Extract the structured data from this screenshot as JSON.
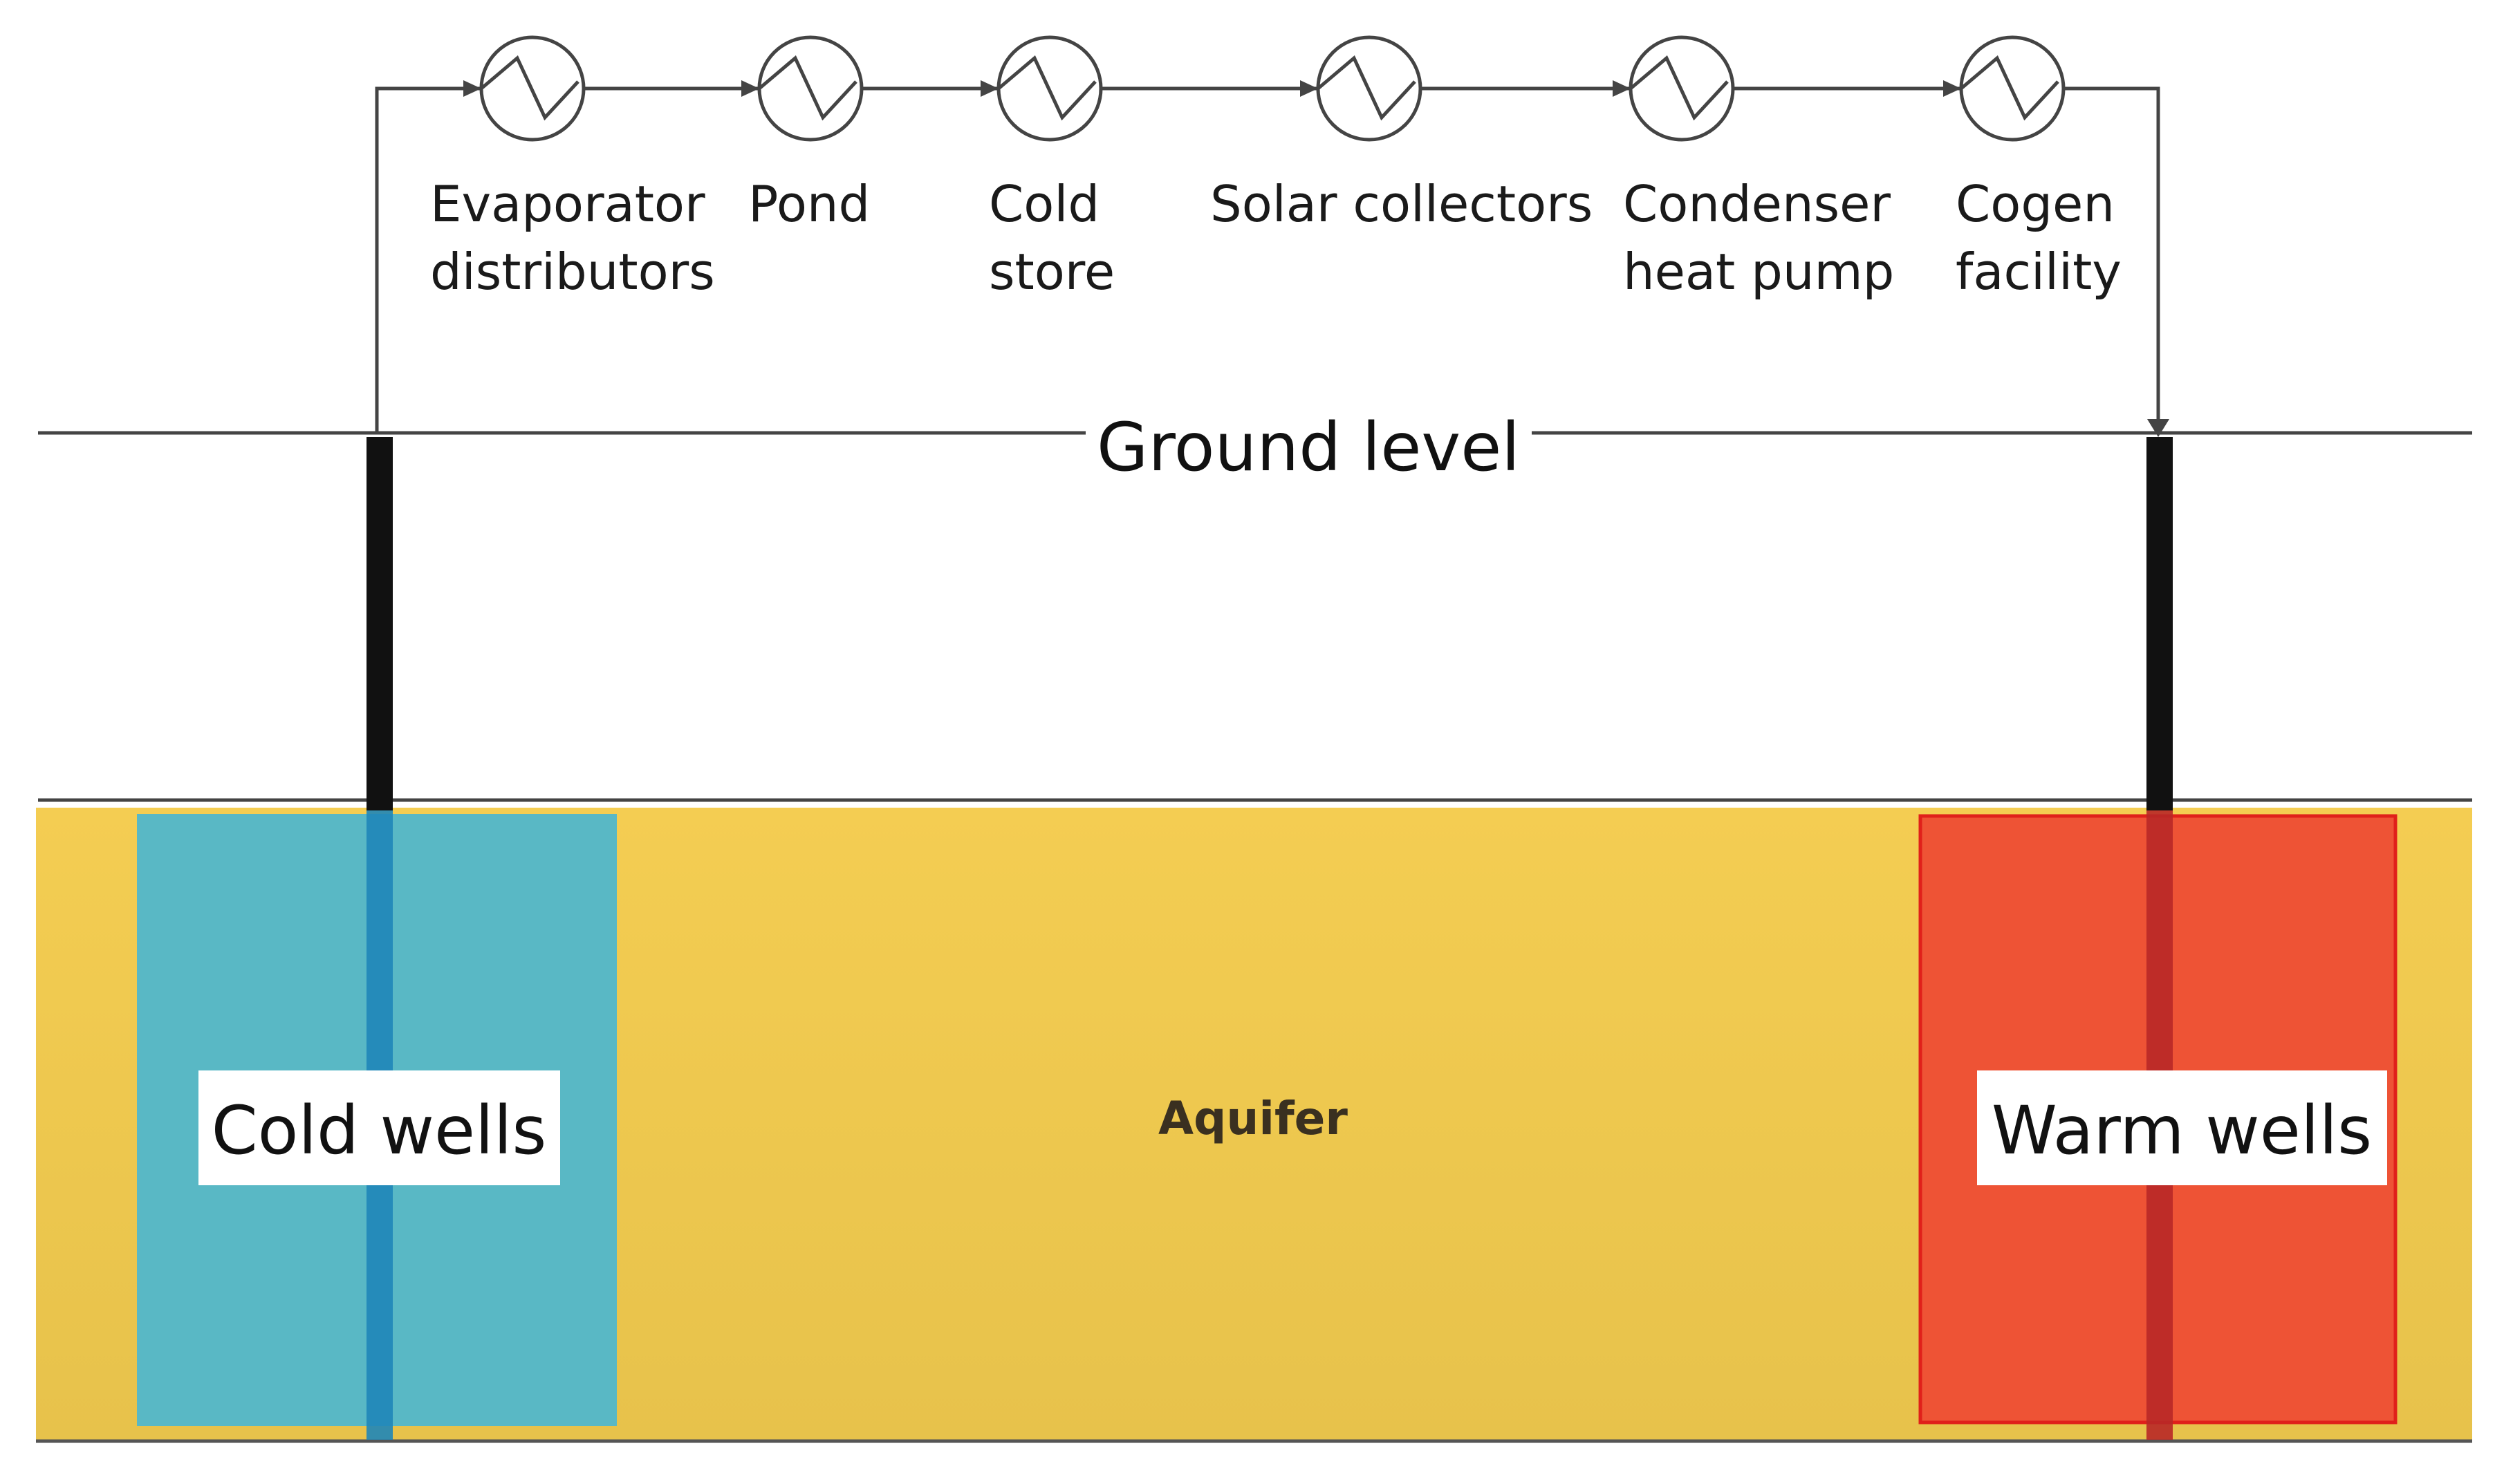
{
  "components": [
    {
      "id": "evaporator",
      "lines": [
        "Evaporator",
        "distributors"
      ]
    },
    {
      "id": "pond",
      "lines": [
        "Pond"
      ]
    },
    {
      "id": "cold-store",
      "lines": [
        "Cold",
        "store"
      ]
    },
    {
      "id": "solar",
      "lines": [
        "Solar collectors"
      ]
    },
    {
      "id": "condenser",
      "lines": [
        "Condenser",
        "heat pump"
      ]
    },
    {
      "id": "cogen",
      "lines": [
        "Cogen",
        "facility"
      ]
    }
  ],
  "ground": {
    "label": "Ground level"
  },
  "aquifer": {
    "label": "Aquifer"
  },
  "wells": {
    "cold": {
      "label": "Cold wells"
    },
    "warm": {
      "label": "Warm wells"
    }
  },
  "colors": {
    "aquifer": "#F2C94C",
    "cold_zone": "#56B8C8",
    "warm_zone": "#EE5335",
    "pipe": "#000000",
    "line": "#444444"
  }
}
